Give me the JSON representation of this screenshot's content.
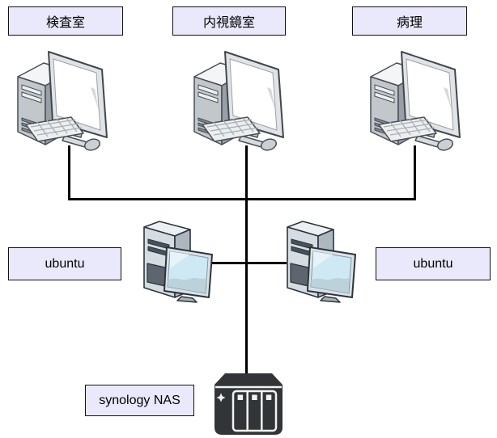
{
  "title": "hospital-network-diagram",
  "colors": {
    "background": "#ffffff",
    "label_fill": "#e9e9fb",
    "label_border": "#111111",
    "line": "#000000",
    "nas_body": "#323537"
  },
  "nodes": {
    "rooms": [
      {
        "label": "検査室",
        "icon": "desktop-computer-icon"
      },
      {
        "label": "内視鏡室",
        "icon": "desktop-computer-icon"
      },
      {
        "label": "病理",
        "icon": "desktop-computer-icon"
      }
    ],
    "servers": [
      {
        "label": "ubuntu",
        "icon": "server-workstation-icon"
      },
      {
        "label": "ubuntu",
        "icon": "server-workstation-icon"
      }
    ],
    "nas": {
      "label": "synology NAS",
      "icon": "nas-icon"
    }
  },
  "connections": [
    "exam-room-pc to lan-bus",
    "endoscopy-room-pc to lan-bus",
    "pathology-pc to lan-bus",
    "lan-bus to backbone",
    "ubuntu-left to backbone",
    "ubuntu-right to backbone",
    "backbone to synology-nas"
  ]
}
